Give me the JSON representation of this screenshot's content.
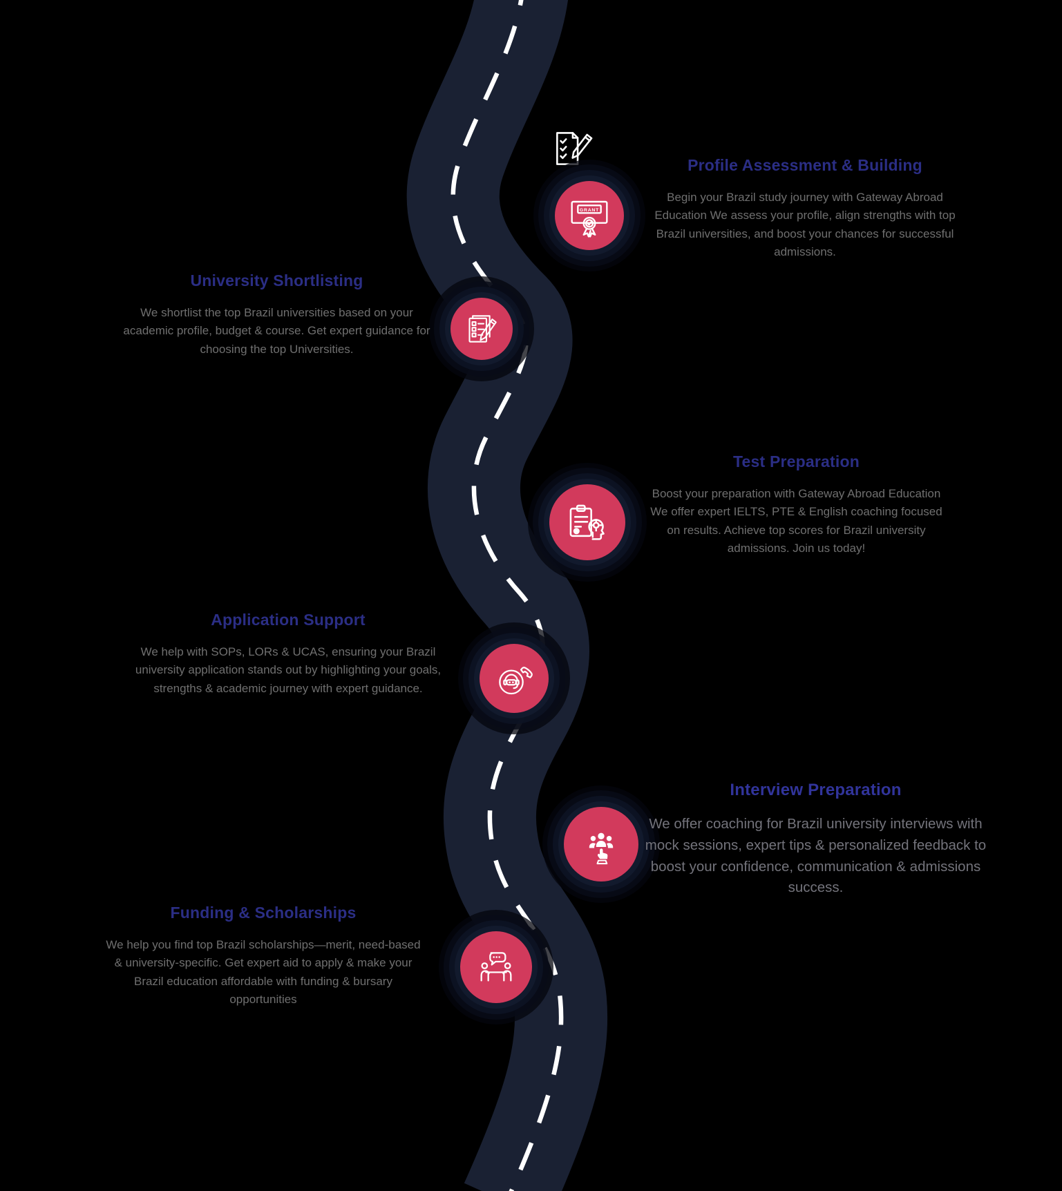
{
  "colors": {
    "background": "#000000",
    "road": "#1a2133",
    "road_center_line": "#ffffff",
    "milestone": "#d23a5c",
    "heading": "#2b2e85",
    "body_text": "#6f6f6f",
    "icon_stroke": "#ffffff"
  },
  "roadmap": {
    "steps": [
      {
        "id": "profile-assessment",
        "side": "right",
        "title": "Profile Assessment & Building",
        "description": "Begin your Brazil study journey with Gateway Abroad Education We assess your profile, align strengths with top Brazil universities, and boost your chances for successful admissions.",
        "icon": "grant-certificate-icon",
        "icon_label": "GRANT"
      },
      {
        "id": "university-shortlisting",
        "side": "left",
        "title": "University Shortlisting",
        "description": "We shortlist the top Brazil universities based on your academic profile, budget & course. Get expert guidance for choosing the top Universities.",
        "icon": "checklist-pencil-icon"
      },
      {
        "id": "test-preparation",
        "side": "right",
        "title": "Test Preparation",
        "description": "Boost your preparation with Gateway Abroad Education We offer expert IELTS, PTE & English coaching focused on results. Achieve top scores for Brazil university admissions. Join us today!",
        "icon": "clipboard-mind-icon"
      },
      {
        "id": "application-support",
        "side": "left",
        "title": "Application Support",
        "description": "We help with SOPs, LORs & UCAS, ensuring your Brazil university application stands out by highlighting your goals, strengths & academic journey with expert guidance.",
        "icon": "support-agent-phone-icon"
      },
      {
        "id": "interview-preparation",
        "side": "right",
        "title": "Interview Preparation",
        "description": "We offer coaching for Brazil university interviews with mock sessions, expert tips & personalized feedback to boost your confidence, communication & admissions success.",
        "icon": "people-selection-hand-icon"
      },
      {
        "id": "funding-scholarships",
        "side": "left",
        "title": "Funding & Scholarships",
        "description": "We help you find top Brazil scholarships—merit, need-based & university-specific. Get expert aid to apply & make your Brazil education affordable with funding & bursary opportunities",
        "icon": "meeting-discussion-icon"
      }
    ]
  }
}
